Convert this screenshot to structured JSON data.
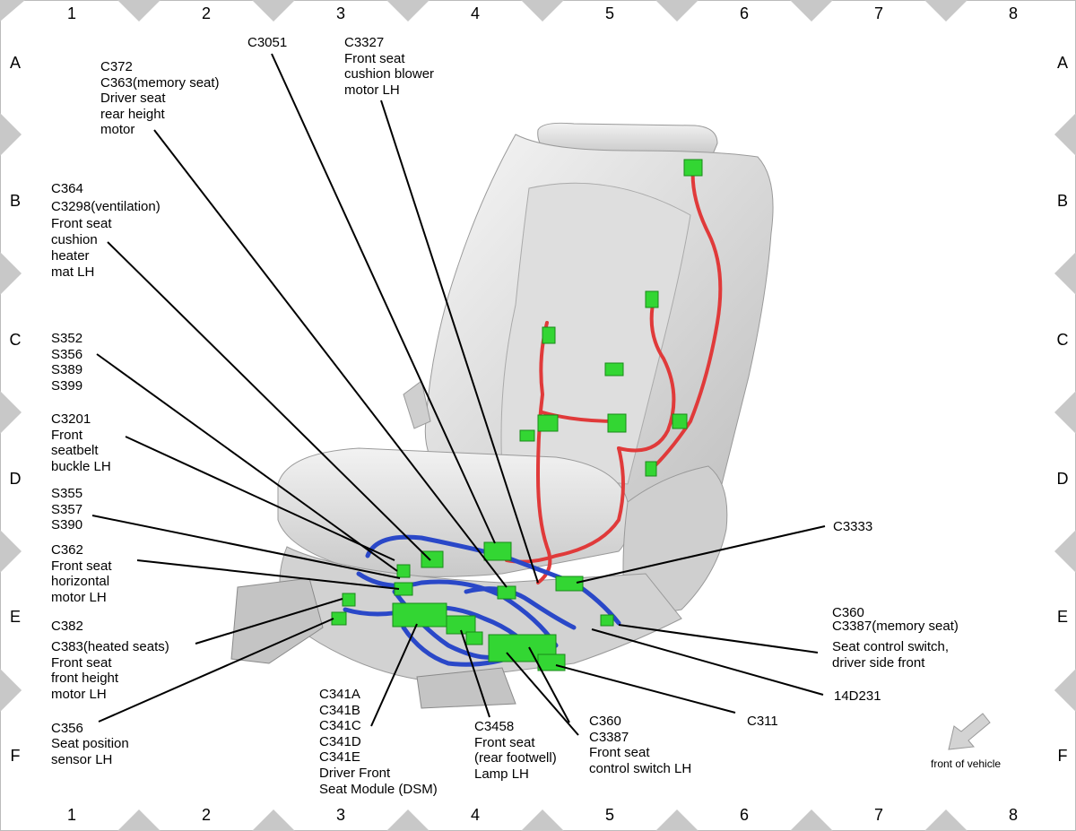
{
  "grid": {
    "columns": [
      "1",
      "2",
      "3",
      "4",
      "5",
      "6",
      "7",
      "8"
    ],
    "rows": [
      "A",
      "B",
      "C",
      "D",
      "E",
      "F"
    ]
  },
  "callouts": {
    "c372": [
      "C372",
      "C363(memory seat)",
      "Driver seat",
      "rear height",
      "motor"
    ],
    "c3051": [
      "C3051"
    ],
    "c3327": [
      "C3327",
      "Front seat",
      "cushion blower",
      "motor LH"
    ],
    "c364": [
      "C364",
      "C3298(ventilation)",
      "Front seat",
      "cushion",
      "heater",
      "mat LH"
    ],
    "s352": [
      "S352",
      "S356",
      "S389",
      "S399"
    ],
    "c3201": [
      "C3201",
      "Front",
      "seatbelt",
      "buckle LH"
    ],
    "s355": [
      "S355",
      "S357",
      "S390"
    ],
    "c362": [
      "C362",
      "Front seat",
      "horizontal",
      "motor LH"
    ],
    "c382": [
      "C382",
      "C383(heated seats)",
      "Front seat",
      "front height",
      "motor LH"
    ],
    "c356": [
      "C356",
      "Seat position",
      "sensor LH"
    ],
    "c341": [
      "C341A",
      "C341B",
      "C341C",
      "C341D",
      "C341E",
      "Driver Front",
      "Seat Module (DSM)"
    ],
    "c3458": [
      "C3458",
      "Front seat",
      "(rear footwell)",
      "Lamp LH"
    ],
    "c360left": [
      "C360",
      "C3387",
      "Front seat",
      "control switch LH"
    ],
    "c311": [
      "C311"
    ],
    "w14d231": [
      "14D231"
    ],
    "c360right": [
      "C360",
      "C3387(memory seat)",
      "Seat control switch,",
      "driver side front"
    ],
    "c3333": [
      "C3333"
    ]
  },
  "orientation": {
    "label": "front of vehicle",
    "icon": "arrow-icon"
  },
  "colors": {
    "harness_seat_base": "#2a48c8",
    "harness_seat_back": "#e03a3a",
    "connector": "#33d633",
    "seat_body": "#e3e3e3",
    "border_marker": "#c8c8c8"
  }
}
